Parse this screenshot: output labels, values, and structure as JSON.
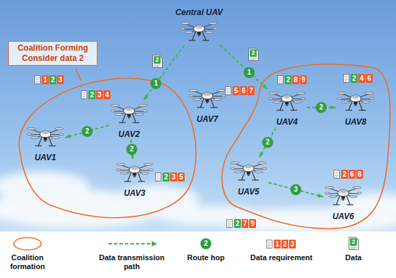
{
  "diagram": {
    "nodes": [
      {
        "text": [
          "Central UAV"
        ]
      },
      {
        "text": [
          "Coalition Forming Consider data 2"
        ]
      },
      {
        "text": [
          "UAV1"
        ]
      },
      {
        "text": [
          "UAV2"
        ]
      },
      {
        "text": [
          "UAV3"
        ]
      },
      {
        "text": [
          "UAV7"
        ]
      },
      {
        "text": [
          "UAV4"
        ]
      },
      {
        "text": [
          "UAV8"
        ]
      },
      {
        "text": [
          "UAV5"
        ]
      },
      {
        "text": [
          "UAV6"
        ]
      }
    ],
    "edges": [
      {
        "from": 0,
        "to": 3,
        "arrow": "to",
        "label": "1"
      },
      {
        "from": 0,
        "to": 6,
        "arrow": "to",
        "label": "1"
      },
      {
        "from": 3,
        "to": 2,
        "arrow": "to",
        "label": "2"
      },
      {
        "from": 3,
        "to": 4,
        "arrow": "to",
        "label": "2"
      },
      {
        "from": 6,
        "to": 7,
        "arrow": "to",
        "label": "2"
      },
      {
        "from": 6,
        "to": 8,
        "arrow": "to",
        "label": "2"
      },
      {
        "from": 8,
        "to": 9,
        "arrow": "to",
        "label": "3"
      }
    ],
    "labels": [
      "1",
      "2",
      "3",
      "2",
      "3",
      "4",
      "2",
      "3",
      "5",
      "5",
      "6",
      "7",
      "2",
      "8",
      "9",
      "2",
      "4",
      "6",
      "2",
      "7",
      "9",
      "2",
      "6",
      "8",
      "2",
      "2",
      "2",
      "1",
      "2",
      "3",
      "2"
    ],
    "legend": [
      {
        "text": "Coalition formation"
      },
      {
        "text": "Data transmission path"
      },
      {
        "text": "Route hop"
      },
      {
        "text": "Data requirement"
      },
      {
        "text": "Data"
      }
    ]
  }
}
